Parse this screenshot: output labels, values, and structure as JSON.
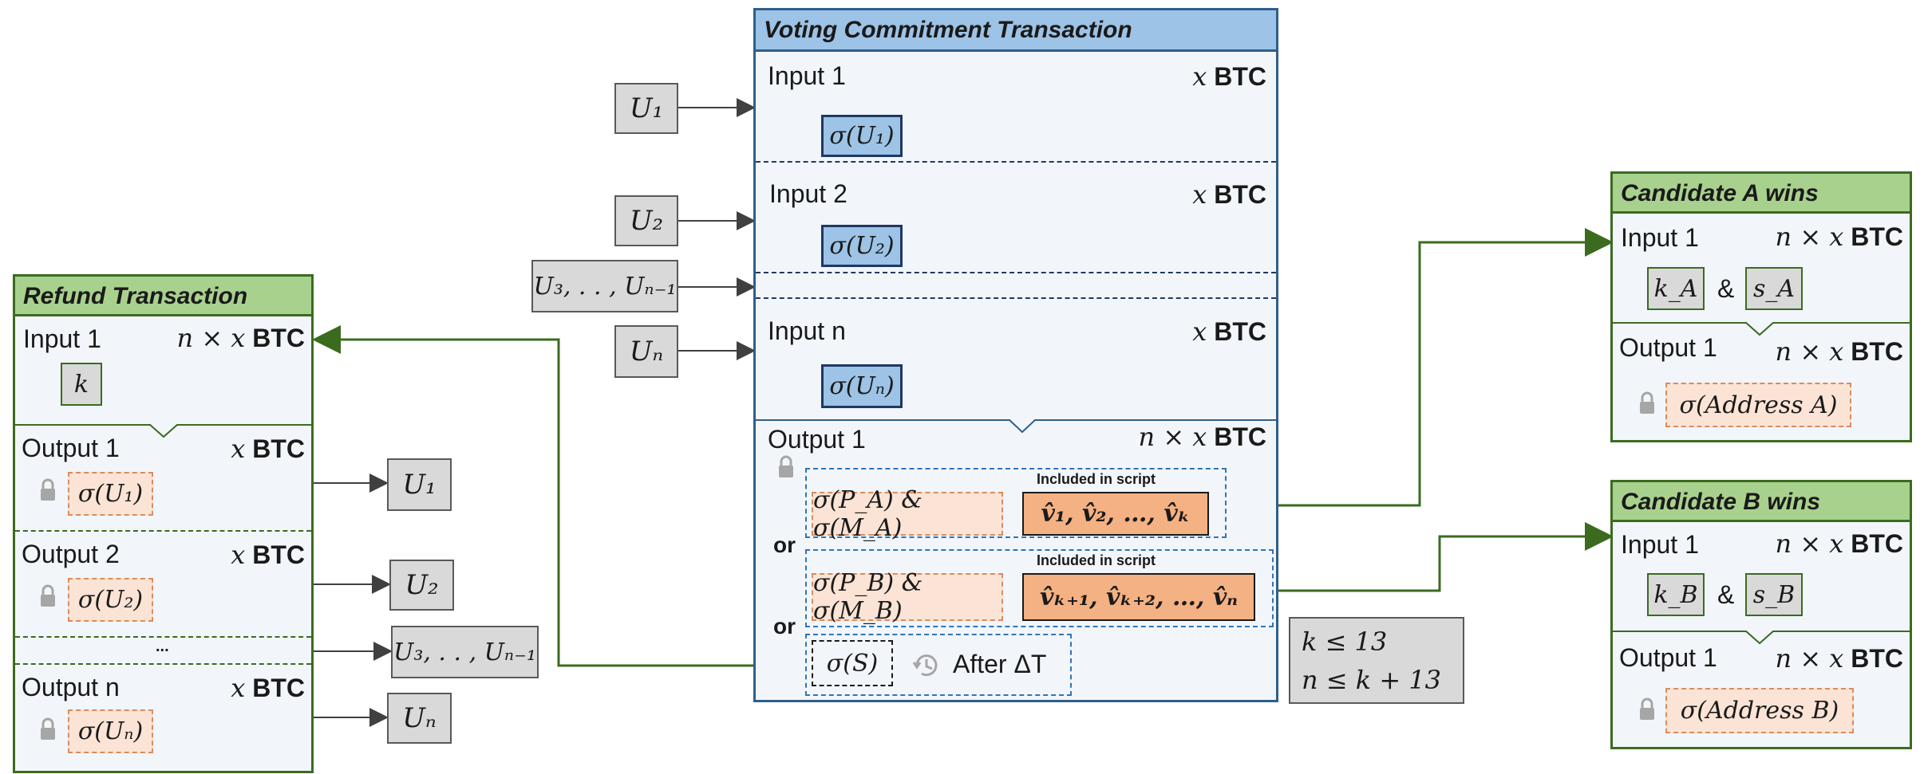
{
  "voting": {
    "title": "Voting Commitment Transaction",
    "input1": {
      "label": "Input 1",
      "amount_var": "x",
      "btc": "BTC",
      "sig": "σ(U₁)"
    },
    "input2": {
      "label": "Input 2",
      "amount_var": "x",
      "btc": "BTC",
      "sig": "σ(U₂)"
    },
    "inputn": {
      "label": "Input n",
      "amount_var": "x",
      "btc": "BTC",
      "sig": "σ(Uₙ)"
    },
    "output1": {
      "label": "Output 1",
      "amount_var": "n × x",
      "btc": "BTC",
      "included_a": "Included in script",
      "included_b": "Included in script",
      "sig_a": "σ(P_A) & σ(M_A)",
      "sig_b": "σ(P_B) & σ(M_B)",
      "votes_a": "v̂₁, v̂₂, …, v̂ₖ",
      "votes_b": "v̂ₖ₊₁, v̂ₖ₊₂, …, v̂ₙ",
      "or1": "or",
      "or2": "or",
      "sig_s": "σ(S)",
      "after": "After ΔT"
    }
  },
  "senders": [
    "U₁",
    "U₂",
    "U₃, . . , Uₙ₋₁",
    "Uₙ"
  ],
  "refund": {
    "title": "Refund Transaction",
    "input1": {
      "label": "Input 1",
      "amount_var": "n × x",
      "btc": "BTC",
      "key": "k"
    },
    "output1": {
      "label": "Output 1",
      "amount_var": "x",
      "btc": "BTC",
      "sig": "σ(U₁)"
    },
    "output2": {
      "label": "Output 2",
      "amount_var": "x",
      "btc": "BTC",
      "sig": "σ(U₂)"
    },
    "ellipsis": "...",
    "outputn": {
      "label": "Output n",
      "amount_var": "x",
      "btc": "BTC",
      "sig": "σ(Uₙ)"
    }
  },
  "refund_targets": [
    "U₁",
    "U₂",
    "U₃, . . , Uₙ₋₁",
    "Uₙ"
  ],
  "candA": {
    "title": "Candidate A wins",
    "input1": {
      "label": "Input 1",
      "amount_var": "n × x",
      "btc": "BTC",
      "key": "k_A",
      "amp": "&",
      "secret": "s_A"
    },
    "output1": {
      "label": "Output 1",
      "amount_var": "n × x",
      "btc": "BTC",
      "sig": "σ(Address A)"
    }
  },
  "candB": {
    "title": "Candidate B wins",
    "input1": {
      "label": "Input 1",
      "amount_var": "n × x",
      "btc": "BTC",
      "key": "k_B",
      "amp": "&",
      "secret": "s_B"
    },
    "output1": {
      "label": "Output 1",
      "amount_var": "n × x",
      "btc": "BTC",
      "sig": "σ(Address B)"
    }
  },
  "constraints": {
    "line1": "k ≤ 13",
    "line2": "n ≤ k + 13"
  },
  "colors": {
    "green_header": "#a9d18e",
    "blue_header": "#9dc3e6",
    "panel_bg": "#f2f6fb",
    "arrow_green": "#3b6b1f"
  }
}
